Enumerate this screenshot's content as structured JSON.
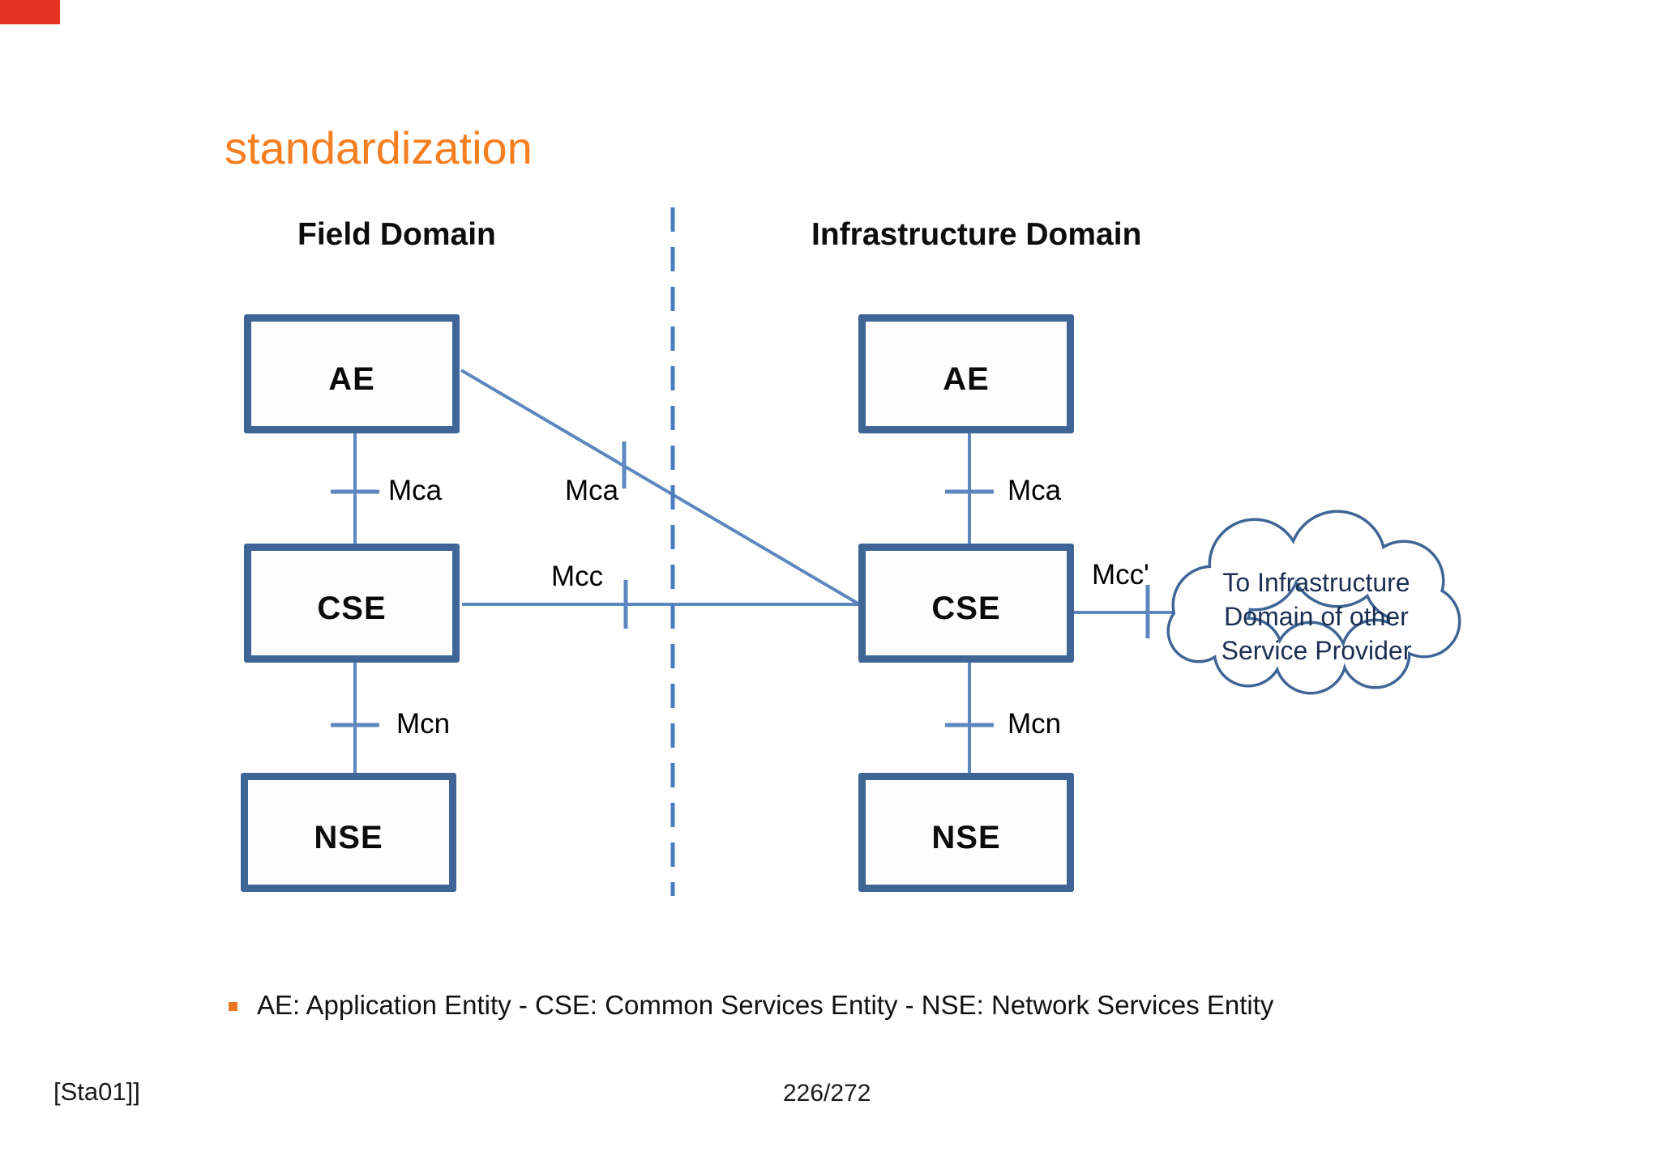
{
  "slide": {
    "title": "standardization"
  },
  "diagram": {
    "field_domain_heading": "Field Domain",
    "infrastructure_domain_heading": "Infrastructure Domain",
    "field_boxes": [
      "AE",
      "CSE",
      "NSE"
    ],
    "infrastructure_boxes": [
      "AE",
      "CSE",
      "NSE"
    ],
    "reference_points": {
      "mca_field": "Mca",
      "mca_inter_domain": "Mca",
      "mca_infrastructure": "Mca",
      "mcc": "Mcc",
      "mcc_prime": "Mcc'",
      "mcn_field": "Mcn",
      "mcn_infrastructure": "Mcn"
    },
    "cloud": {
      "line1": "To Infrastructure",
      "line2": "Domain of other",
      "line3": "Service Provider"
    },
    "colors": {
      "title_orange": "#f57e20",
      "box_border_blue": "#3e6595",
      "connector_blue": "#5d87bf",
      "divider_dashed_blue": "#4a7dc0",
      "cloud_text_navy": "#1c2f52",
      "legend_bullet_orange": "#e87722",
      "corner_mark_red": "#e63323"
    }
  },
  "legend": {
    "text": "AE: Application Entity - CSE: Common Services Entity - NSE: Network Services Entity"
  },
  "footer": {
    "reference": "[Sta01]]",
    "page_number": "226/272"
  }
}
